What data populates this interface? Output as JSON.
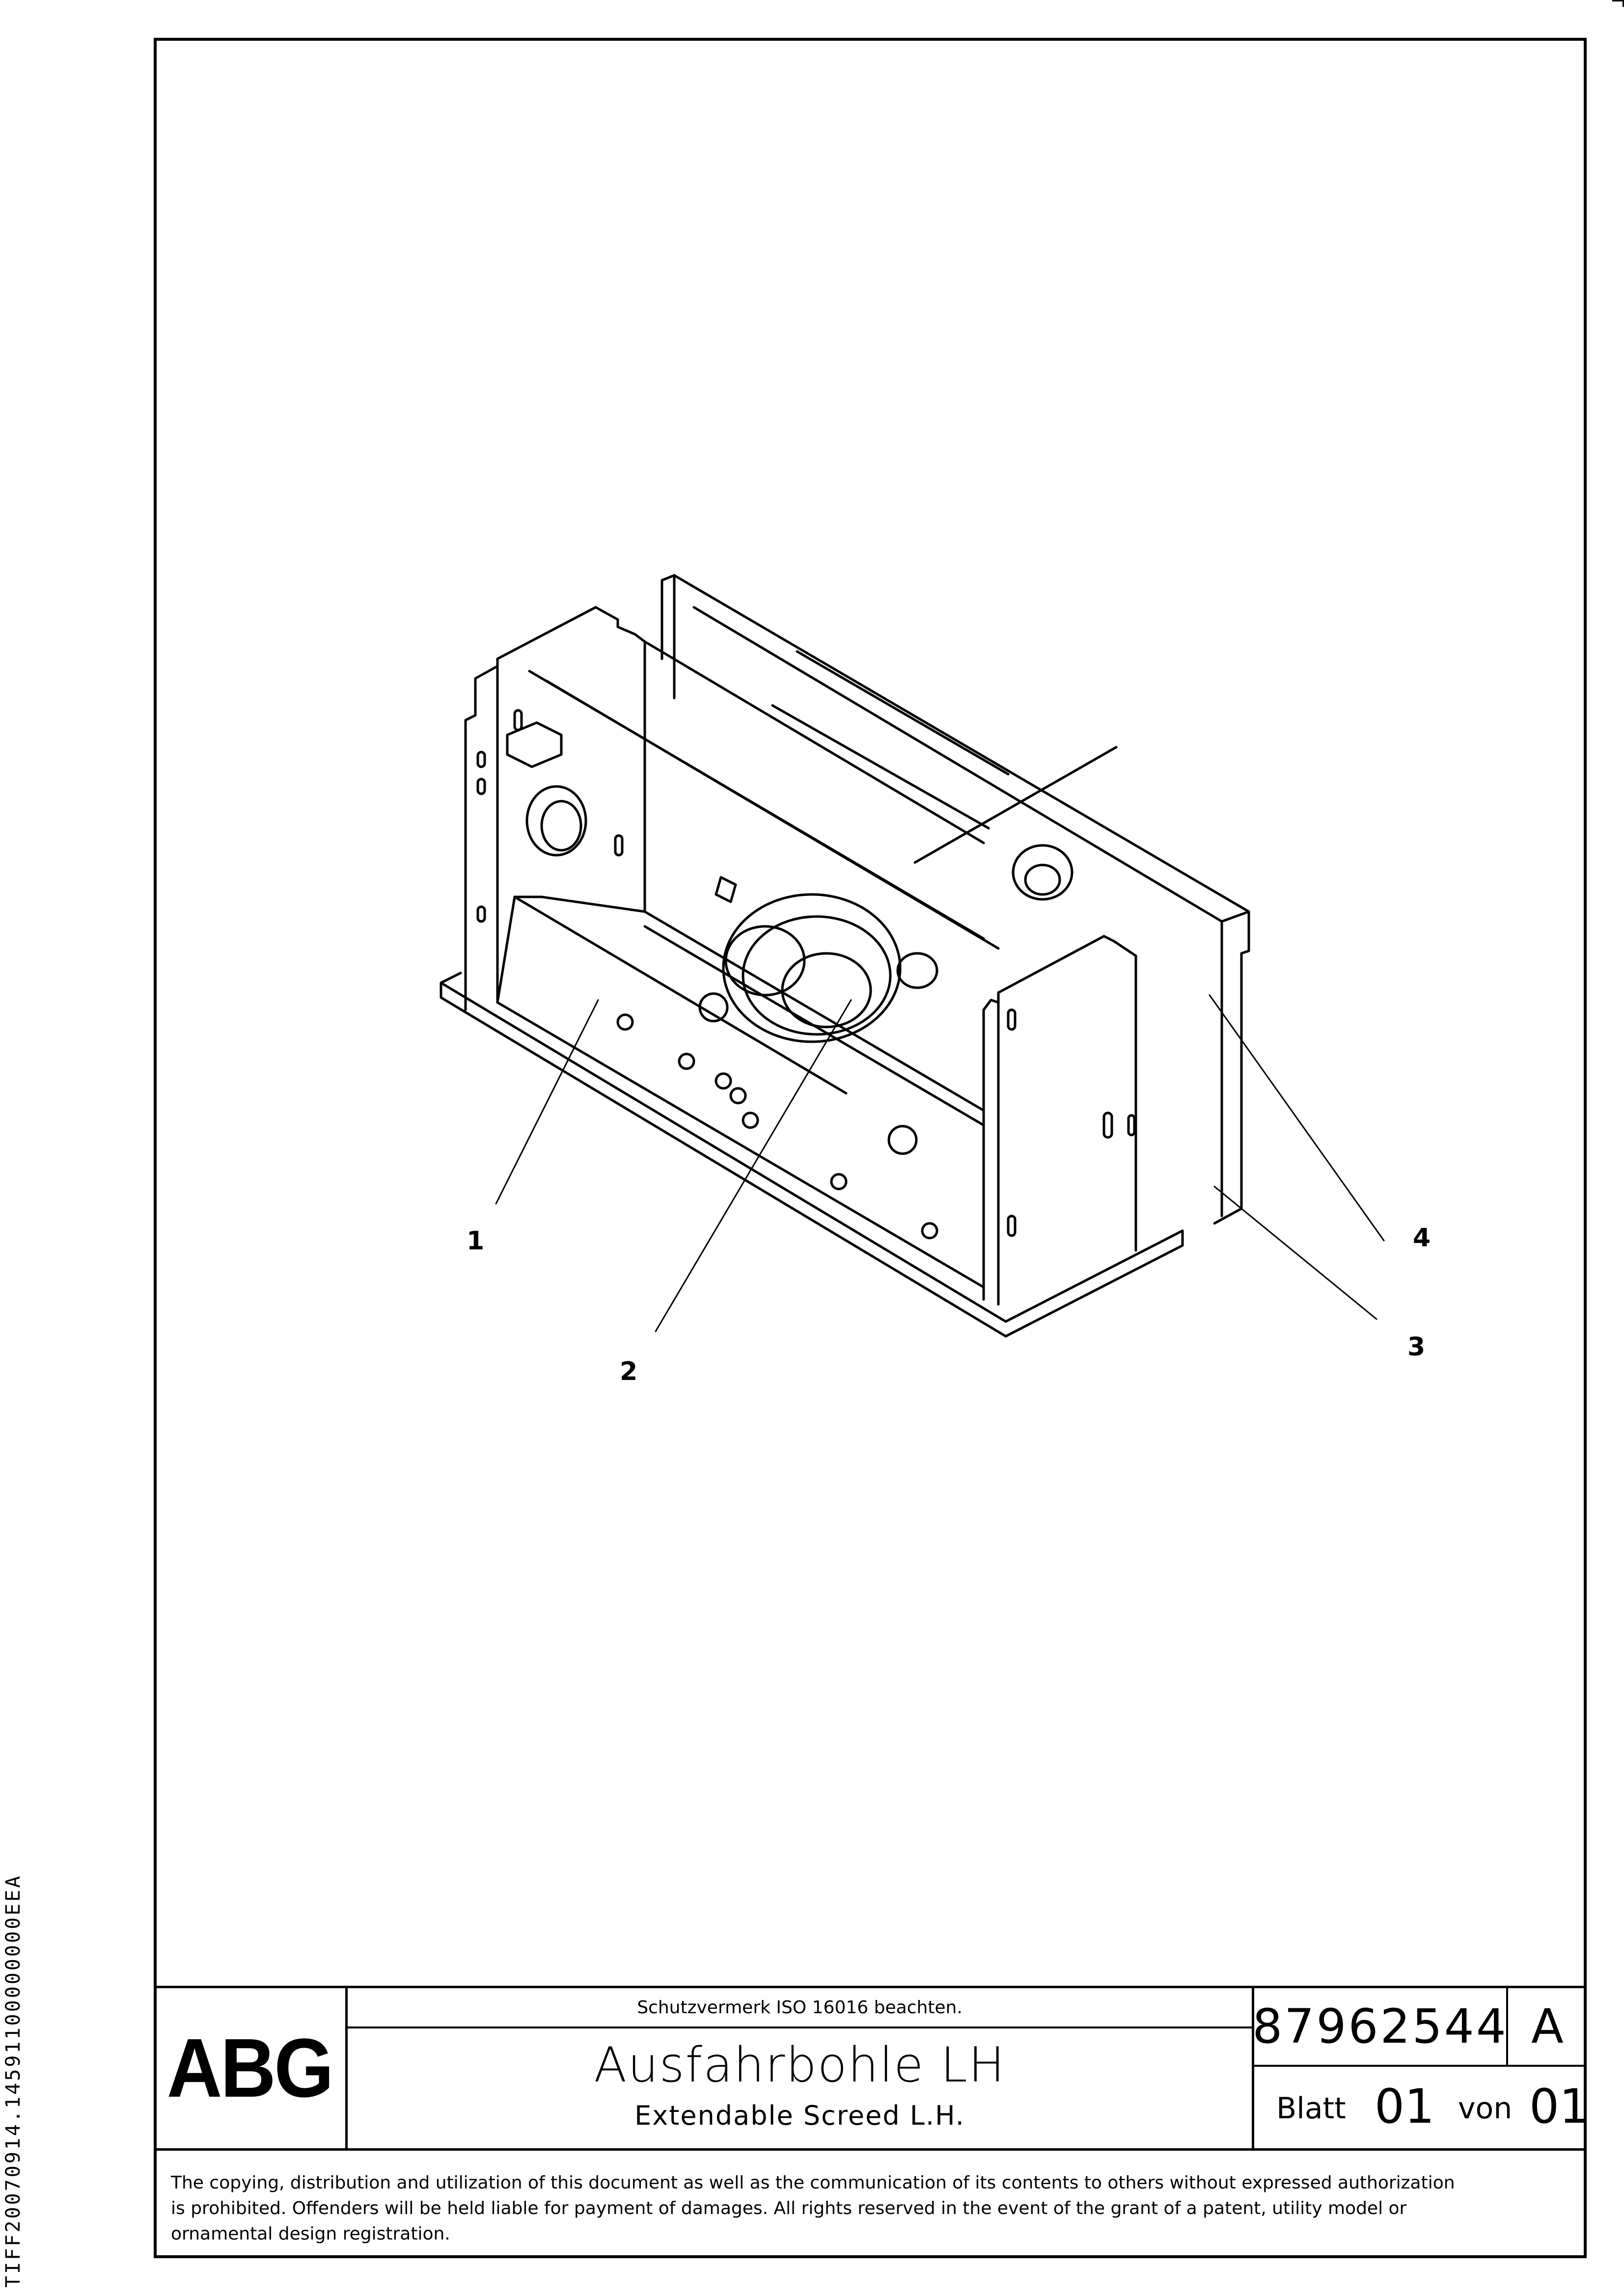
{
  "side_code": "TIFF20070914.14591100000000EEA",
  "callouts": {
    "c1": "1",
    "c2": "2",
    "c3": "3",
    "c4": "4"
  },
  "title_block": {
    "logo": "ABG",
    "notice": "Schutzvermerk ISO 16016 beachten.",
    "title_de": "Ausfahrbohle LH",
    "title_en": "Extendable Screed L.H.",
    "drawing_number": "87962544",
    "revision": "A",
    "sheet_label": "Blatt",
    "sheet_number": "01",
    "of_label": "von",
    "sheet_total": "01"
  },
  "copyright": {
    "line1": "The copying, distribution and utilization of this document as well as the communication of its contents to others without expressed authorization",
    "line2": "is prohibited. Offenders will be held liable for payment of damages. All rights reserved in the event of the grant of a patent, utility model or",
    "line3": "ornamental design registration."
  }
}
